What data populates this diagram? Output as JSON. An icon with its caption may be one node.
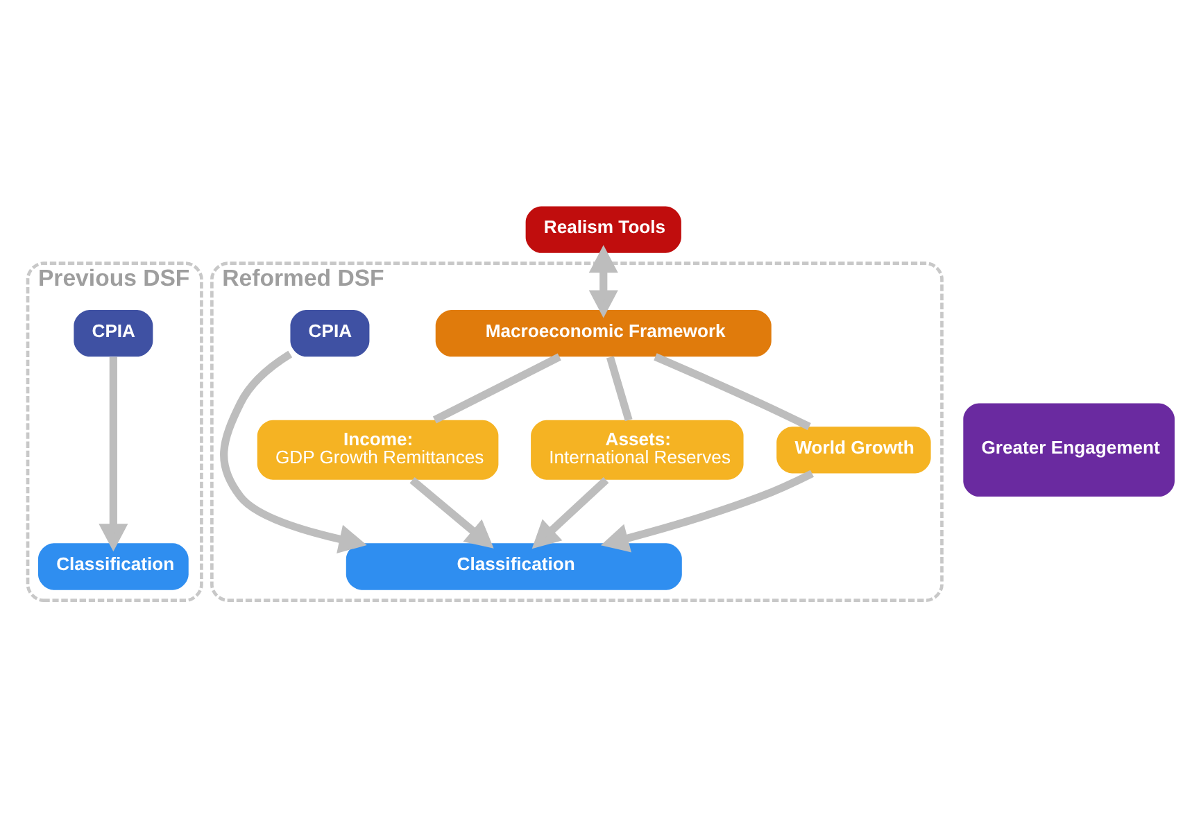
{
  "diagram": {
    "nodes": [
      {
        "text": [
          "Previous DSF"
        ]
      },
      {
        "text": [
          "CPIA"
        ],
        "in": 0
      },
      {
        "text": [
          "Classification"
        ],
        "in": 0
      },
      {
        "text": [
          "Reformed DSF"
        ]
      },
      {
        "text": [
          "CPIA"
        ],
        "in": 3
      },
      {
        "text": [
          "Macroeconomic Framework"
        ],
        "in": 3
      },
      {
        "text": [
          "World Growth"
        ],
        "in": 3
      },
      {
        "text": [
          "Income:",
          "GDP Growth Remittances"
        ],
        "in": 3
      },
      {
        "text": [
          "Assets:",
          "International Reserves"
        ],
        "in": 3
      },
      {
        "text": [
          "Classification"
        ],
        "in": 3
      },
      {
        "text": [
          "Realism Tools"
        ]
      },
      {
        "text": [
          "Greater Engagement"
        ]
      }
    ],
    "edges": [
      {
        "from": 1,
        "to": 2,
        "arrow": "to"
      },
      {
        "from": 4,
        "to": 9,
        "arrow": "to"
      },
      {
        "from": 5,
        "to": 6,
        "arrow": "none"
      },
      {
        "from": 6,
        "to": 9,
        "arrow": "to"
      },
      {
        "from": 5,
        "to": 7,
        "arrow": "none"
      },
      {
        "from": 7,
        "to": 9,
        "arrow": "to"
      },
      {
        "from": 5,
        "to": 8,
        "arrow": "none"
      },
      {
        "from": 8,
        "to": 9,
        "arrow": "to"
      },
      {
        "from": 10,
        "to": 5,
        "arrow": "both"
      }
    ]
  }
}
